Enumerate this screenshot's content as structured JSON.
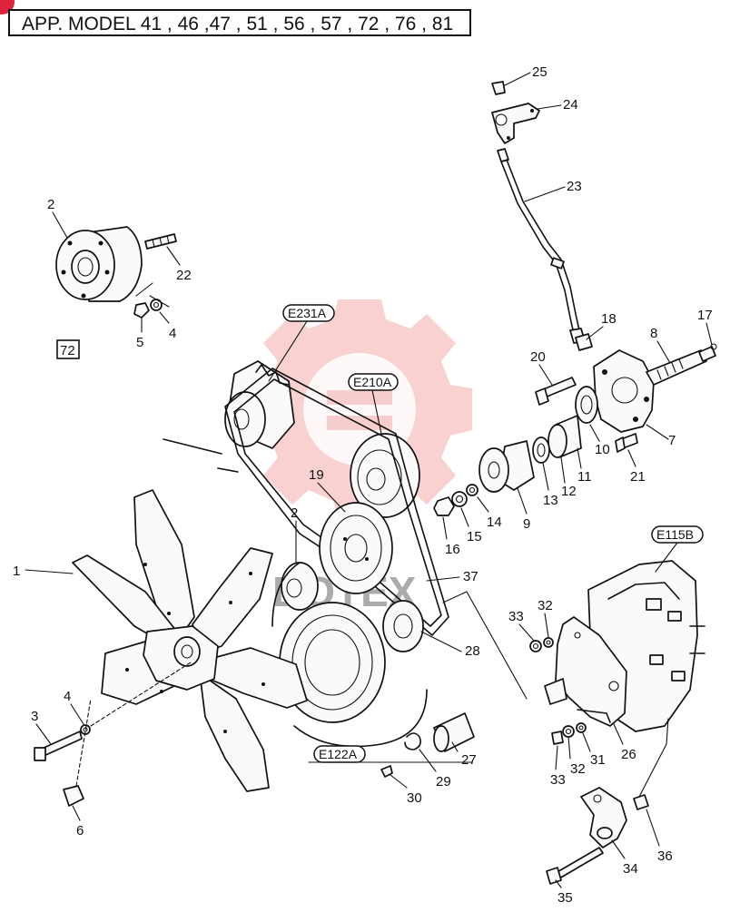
{
  "header": {
    "app_model": "APP. MODEL  41 , 46 ,47 , 51 , 56 , 57 , 72 , 76 , 81"
  },
  "inset_model": "72",
  "refs": {
    "generator": "E231A",
    "pulley": "E210A",
    "case": "E122A",
    "injection_pump": "E115B"
  },
  "callouts": {
    "n1": "1",
    "n2a": "2",
    "n2b": "2",
    "n3": "3",
    "n4a": "4",
    "n4b": "4",
    "n5": "5",
    "n6": "6",
    "n7": "7",
    "n8": "8",
    "n9": "9",
    "n10": "10",
    "n11": "11",
    "n12": "12",
    "n13": "13",
    "n14": "14",
    "n15": "15",
    "n16": "16",
    "n17": "17",
    "n18": "18",
    "n19": "19",
    "n20": "20",
    "n21": "21",
    "n22": "22",
    "n23": "23",
    "n24": "24",
    "n25": "25",
    "n26": "26",
    "n27": "27",
    "n28": "28",
    "n29": "29",
    "n30": "30",
    "n31": "31",
    "n32a": "32",
    "n32b": "32",
    "n33a": "33",
    "n33b": "33",
    "n34": "34",
    "n35": "35",
    "n36": "36",
    "n37": "37"
  },
  "colors": {
    "line": "#111111",
    "watermark": "#f19a9a",
    "background": "#ffffff"
  }
}
